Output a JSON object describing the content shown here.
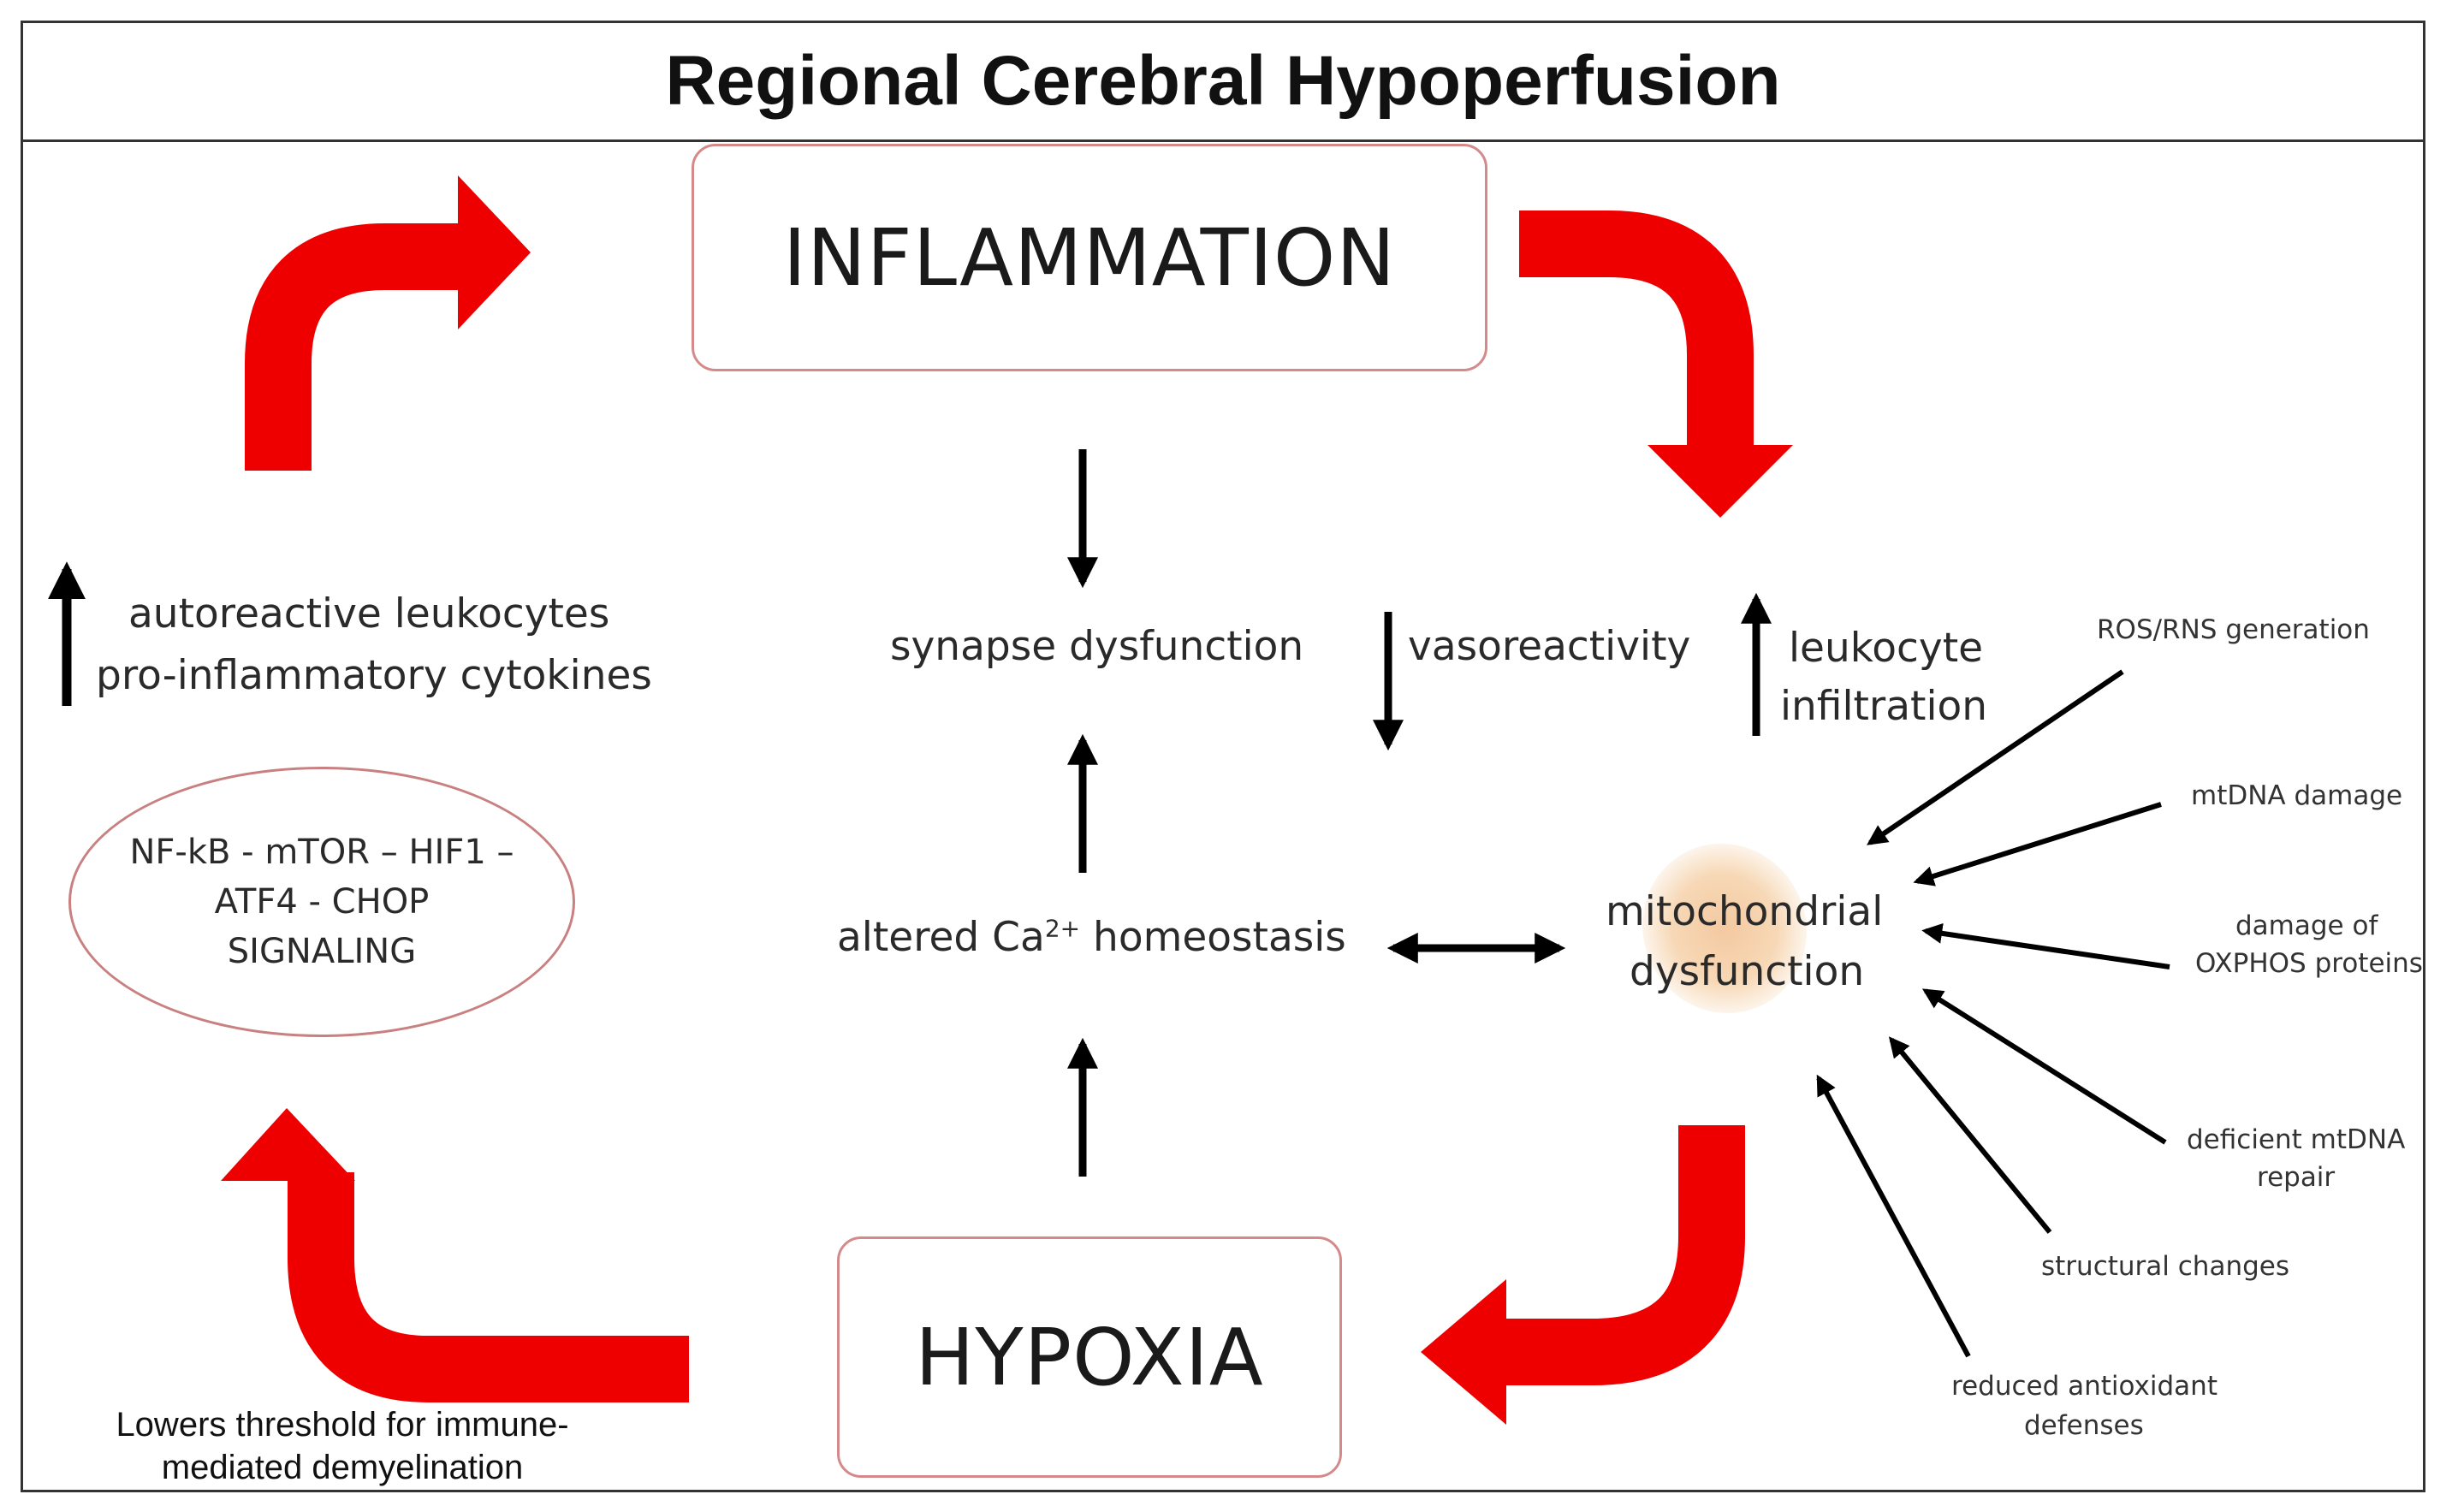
{
  "title": "Regional Cerebral Hypoperfusion",
  "nodes": {
    "inflammation": "INFLAMMATION",
    "hypoxia": "HYPOXIA"
  },
  "labels": {
    "autoreactive": "autoreactive leukocytes",
    "proinflammatory": "pro-inflammatory cytokines",
    "synapse": "synapse dysfunction",
    "vasoreactivity": "vasoreactivity",
    "leukocyte_1": "leukocyte",
    "leukocyte_2": "infiltration",
    "altered_ca_pre": "altered Ca",
    "altered_ca_sup": "2+",
    "altered_ca_post": " homeostasis",
    "mito_1": "mitochondrial",
    "mito_2": "dysfunction"
  },
  "signaling": {
    "line1": "NF-kB - mTOR – HIF1 –",
    "line2": "ATF4 - CHOP",
    "line3": "SIGNALING"
  },
  "mito_causes": {
    "ros": "ROS/RNS generation",
    "mtdna": "mtDNA damage",
    "oxphos_1": "damage of",
    "oxphos_2": "OXPHOS proteins",
    "repair_1": "deficient mtDNA",
    "repair_2": "repair",
    "structural": "structural changes",
    "antiox_1": "reduced antioxidant",
    "antiox_2": "defenses"
  },
  "footnote": {
    "line1": "Lowers threshold for immune-",
    "line2": "mediated demyelination"
  },
  "colors": {
    "cycle_arrow": "#ee0000",
    "node_border": "#d48a8a",
    "black_arrow": "#000000"
  }
}
